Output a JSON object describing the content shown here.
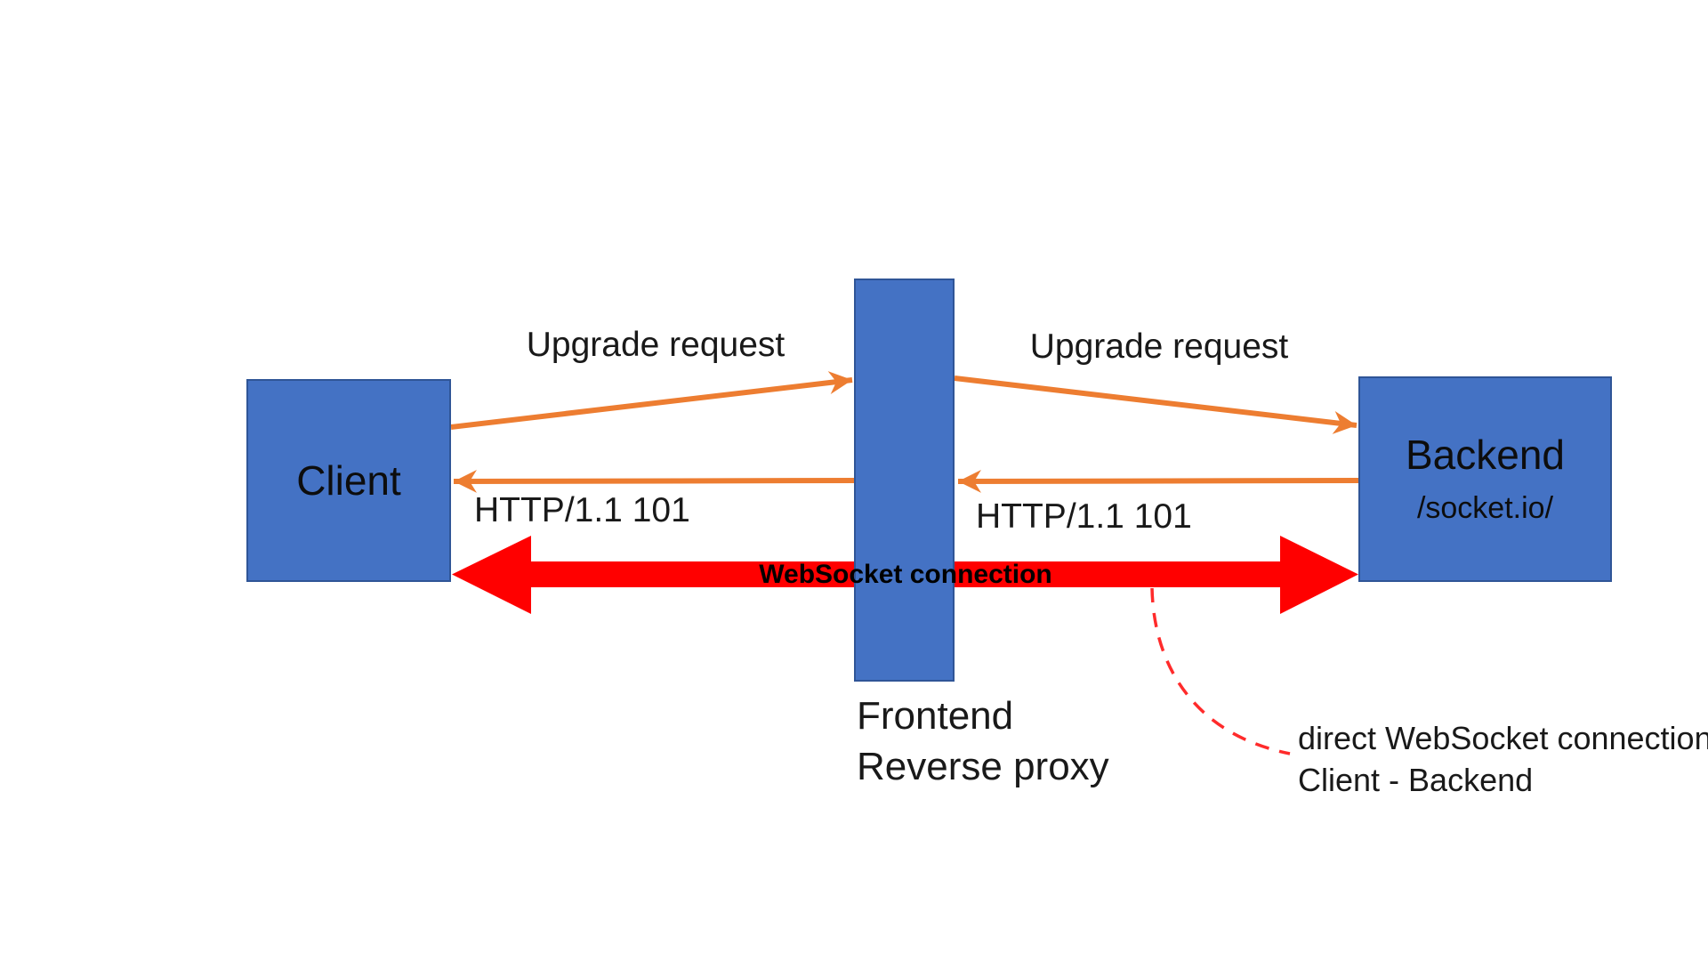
{
  "diagram_type": "network-flow-diagram",
  "colors": {
    "node_fill": "#4472c4",
    "node_border": "#2f5597",
    "orange_arrow": "#ed7d31",
    "red_arrow": "#ff0000",
    "red_dashed": "#ff2b2b",
    "text": "#191919",
    "background": "#ffffff"
  },
  "nodes": {
    "client": {
      "label": "Client"
    },
    "proxy": {
      "label_line1": "Frontend",
      "label_line2": "Reverse proxy"
    },
    "backend": {
      "label": "Backend",
      "sublabel": "/socket.io/"
    }
  },
  "edges": {
    "client_to_proxy": {
      "label": "Upgrade request",
      "style": "orange-arrow",
      "from": "client",
      "to": "proxy"
    },
    "proxy_to_backend": {
      "label": "Upgrade request",
      "style": "orange-arrow",
      "from": "proxy",
      "to": "backend"
    },
    "proxy_to_client": {
      "label": "HTTP/1.1 101",
      "style": "orange-arrow",
      "from": "proxy",
      "to": "client"
    },
    "backend_to_proxy": {
      "label": "HTTP/1.1 101",
      "style": "orange-arrow",
      "from": "backend",
      "to": "proxy"
    },
    "websocket": {
      "label": "WebSocket connection",
      "style": "red-double-arrow",
      "from": "client",
      "to": "backend"
    }
  },
  "annotation": {
    "line1": "direct WebSocket connection",
    "line2": "Client - Backend"
  }
}
